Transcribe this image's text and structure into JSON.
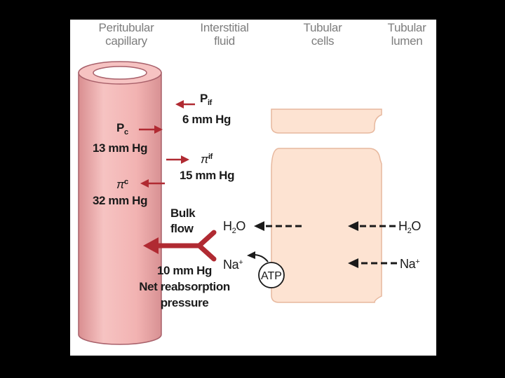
{
  "columns": {
    "peritubular_capillary": [
      "Peritubular",
      "capillary"
    ],
    "interstitial_fluid": [
      "Interstitial",
      "fluid"
    ],
    "tubular_cells": [
      "Tubular",
      "cells"
    ],
    "tubular_lumen": [
      "Tubular",
      "lumen"
    ]
  },
  "forces": {
    "p_if": {
      "symbol": "P",
      "sub": "if",
      "value": "6 mm Hg"
    },
    "p_c": {
      "symbol": "P",
      "sub": "c",
      "value": "13 mm Hg"
    },
    "pi_if": {
      "symbol": "π",
      "sub": "if",
      "value": "15 mm Hg"
    },
    "pi_c": {
      "symbol": "π",
      "sub": "c",
      "value": "32 mm Hg"
    }
  },
  "bulk_flow": [
    "Bulk",
    "flow"
  ],
  "net": [
    "10 mm Hg",
    "Net reabsorption",
    "pressure"
  ],
  "molecules": {
    "h2o_left": {
      "base": "H",
      "sub": "2",
      "rest": "O"
    },
    "na_left": {
      "base": "Na",
      "sup": "+"
    },
    "h2o_right": {
      "base": "H",
      "sub": "2",
      "rest": "O"
    },
    "na_right": {
      "base": "Na",
      "sup": "+"
    },
    "atp": "ATP"
  },
  "colors": {
    "capillary": "#f2b3b2",
    "capillary_edge": "#a8606a",
    "arrow": "#b02a32",
    "cell": "#fde3d2",
    "cell_edge": "#e7b89e",
    "header": "#7d7d7d"
  }
}
